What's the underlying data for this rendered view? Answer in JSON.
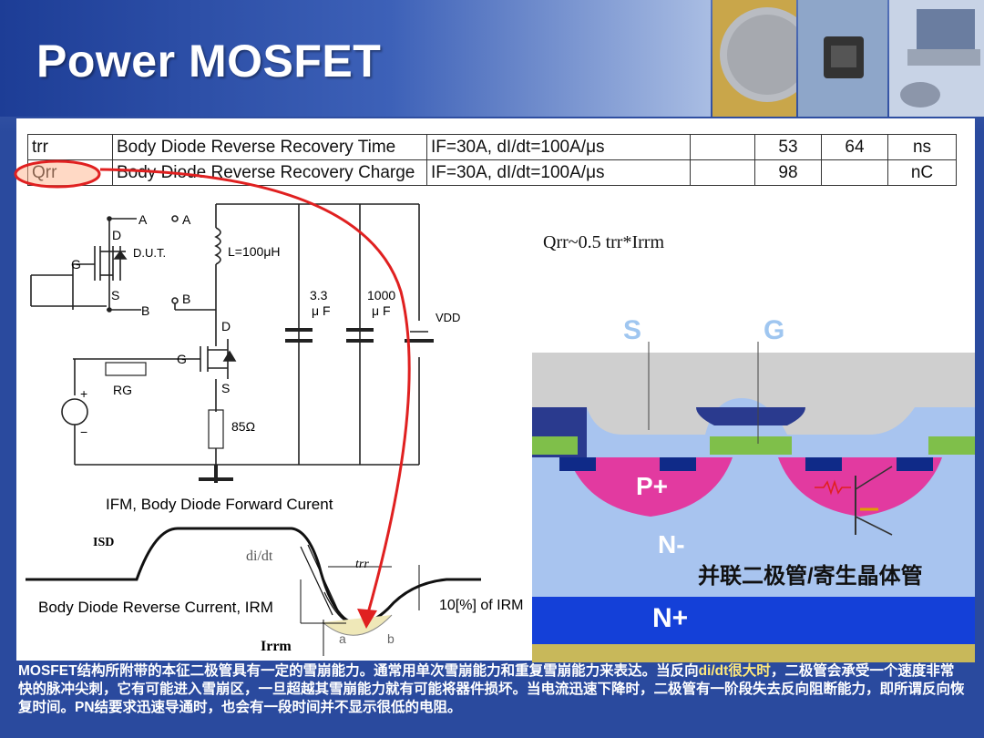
{
  "slide": {
    "title": "Power MOSFET"
  },
  "table": {
    "rows": [
      {
        "symbol": "trr",
        "param": "Body Diode Reverse Recovery Time",
        "condition": "IF=30A, dI/dt=100A/μs",
        "min": "",
        "typ": "53",
        "max": "64",
        "unit": "ns"
      },
      {
        "symbol": "Qrr",
        "param": "Body Diode Reverse Recovery Charge",
        "condition": "IF=30A, dI/dt=100A/μs",
        "min": "",
        "typ": "98",
        "max": "",
        "unit": "nC"
      }
    ]
  },
  "circuit": {
    "label_a": "A",
    "label_a2": "A",
    "label_b": "B",
    "label_b2": "B",
    "label_d": "D",
    "label_d2": "D",
    "label_g": "G",
    "label_g2": "G",
    "label_s": "S",
    "label_s2": "S",
    "dut": "D.U.T.",
    "inductor": "L=100μH",
    "cap1": "3.3",
    "cap1_unit": "μ F",
    "cap2": "1000",
    "cap2_unit": "μ F",
    "vdd": "VDD",
    "rg": "RG",
    "resistor": "85Ω",
    "plus": "+",
    "minus": "−"
  },
  "waveform": {
    "forward_label": "IFM, Body Diode Forward Curent",
    "isd": "ISD",
    "didt": "di/dt",
    "trr": "trr",
    "reverse_label": "Body Diode Reverse Current, IRM",
    "irr_pct": "10[%] of IRM",
    "irrm": "Irrm",
    "region_a": "a",
    "region_b": "b"
  },
  "formula": "Qrr~0.5 trr*Irrm",
  "cross_section": {
    "s": "S",
    "g": "G",
    "p_plus": "P+",
    "n_minus": "N-",
    "n_plus": "N+",
    "caption": "并联二极管/寄生晶体管"
  },
  "note": {
    "line1a": "MOSFET结构所附带的本征二极管具有一定的雪崩能力。通常用单次雪崩能力和重复雪崩能力来表达。当反向",
    "line1b": "di/dt很大时",
    "line1c": "，二极管会承受一个速度非常快的脉冲尖刺，它有可能进入雪崩区，一旦超越其雪崩能力就有可能将器件损坏。当电流迅速下降时，二极管有一阶段失去反向阻断能力，即所谓反向恢复时间。PN结要求迅速导通时，也会有一段时间并不显示很低的电阻。"
  }
}
